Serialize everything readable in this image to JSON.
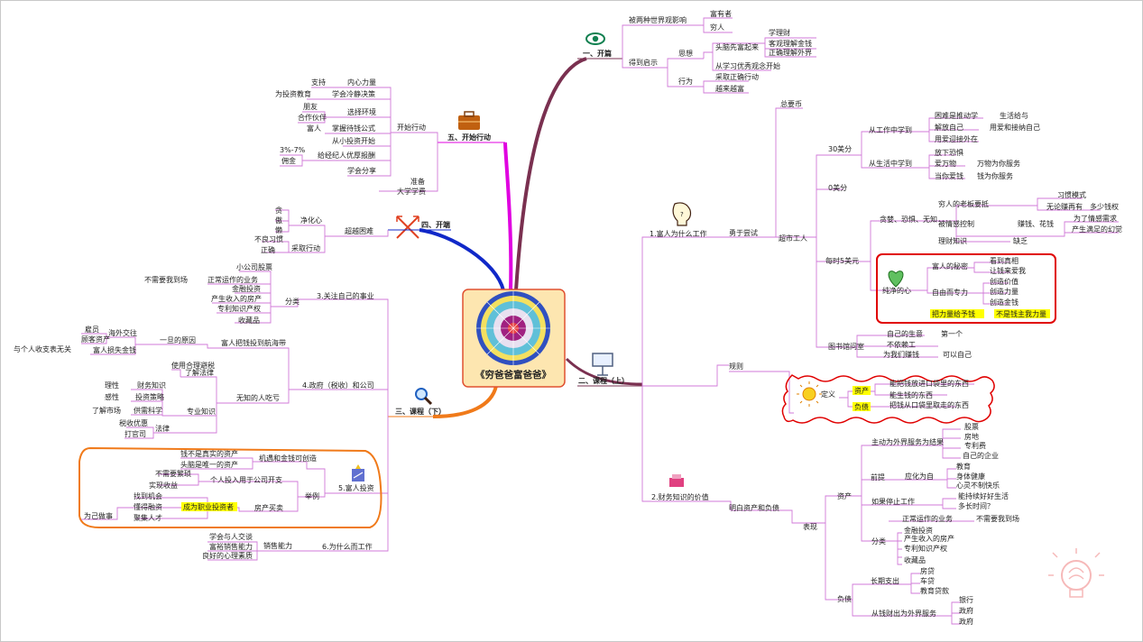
{
  "center": {
    "title": "《穷爸爸富爸爸》"
  },
  "colors": {
    "link": "#d07ad8",
    "highlight": "#ffff00",
    "red": "#e00000",
    "orange": "#f07a1a"
  },
  "branches": {
    "b1": {
      "title": "一、开篇",
      "c1": {
        "label": "被两种世界观影响",
        "items": [
          "富有者",
          "穷人"
        ]
      },
      "c2": {
        "label": "得到启示",
        "thinking": {
          "label": "思想",
          "sub": "头脑先富起来",
          "items": [
            "学理财",
            "客观理解金钱",
            "正确理解外界"
          ],
          "extra": "从学习优秀观念开始"
        },
        "action": {
          "label": "行为",
          "items": [
            "采取正确行动",
            "越来越富"
          ]
        }
      }
    },
    "b5": {
      "title": "五、开始行动",
      "start": "开始行动",
      "items": [
        {
          "label": "内心力量",
          "left": [
            "支持"
          ]
        },
        {
          "label": "学会冷静决策",
          "left": [
            "为投资教育"
          ]
        },
        {
          "label": "选择环境",
          "left": [
            "朋友",
            "合作伙伴"
          ]
        },
        {
          "label": "掌握待钱公式",
          "left": [
            "富人"
          ]
        },
        {
          "label": "从小投资开始",
          "left": []
        },
        {
          "label": "给经纪人优厚报酬",
          "left": [
            "3%-7%",
            "佣金"
          ]
        },
        {
          "label": "学会分享",
          "left": []
        }
      ],
      "prep": "准备",
      "prep_item": "大学学费"
    },
    "b4": {
      "title": "四、开端",
      "sub": "超越困难",
      "a": "净化心",
      "a_items": [
        "贪",
        "傲",
        "懒"
      ],
      "b_items": [
        "不良习惯",
        "正确"
      ],
      "c": "采取行动"
    },
    "b3": {
      "title": "三、课程（下）",
      "g3": {
        "label": "3.关注自己的事业",
        "cat": "分类",
        "left_note": "不需要我到场",
        "items": [
          "小公司股票",
          "正常运作的业务",
          "金融投资",
          "产生收入的房产",
          "专利知识产权",
          "收藏品"
        ]
      },
      "g4": {
        "label": "4.政府（税收）和公司",
        "a": "富人把钱投到航海带",
        "a_note": "一旦的原因",
        "a_right": [
          "海外交往",
          "富人损失金钱"
        ],
        "a_left": [
          "雇员",
          "顾客资产"
        ],
        "a_far": "与个人收支表无关",
        "b": "无知的人吃亏",
        "law": "了解法律",
        "law_item": "使用合理避税",
        "pro": "专业知识",
        "pro_items": [
          {
            "l": "理性",
            "r": "财务知识"
          },
          {
            "l": "感性",
            "r": "投资策略"
          },
          {
            "l": "了解市场",
            "r": "供需科学"
          }
        ],
        "sue": "法律",
        "sue_items": [
          "税收优惠",
          "打官司"
        ]
      },
      "g5": {
        "label": "5.富人投资",
        "a": "机遇和金钱可创造",
        "a_items": [
          "钱不是真实的资产",
          "头脑是唯一的资产"
        ],
        "b": "个人投入用于公司开支",
        "b_items": [
          "不需要繁琐",
          "实现收益"
        ],
        "c": "举例",
        "d": "房产买卖",
        "d_items": [
          "找到机会",
          "懂得融资",
          "聚集人才"
        ],
        "d_hl": "成为职业投资者",
        "d_left": "为己做事"
      },
      "g6": {
        "label": "6.为什么而工作",
        "sub": "销售能力",
        "items": [
          "学会与人交谈",
          "富裕销售能力",
          "良好的心理素质"
        ]
      }
    },
    "b2": {
      "title": "二、课程（上）",
      "r1": {
        "label": "1.富人为什么工作",
        "sub": "勇于尝试",
        "money": "总要币",
        "worker": "超市工人",
        "c30": "30美分",
        "learn1": "从工作中学到",
        "l1_items": [
          {
            "l": "困难是推动学",
            "r": "生活给与"
          },
          {
            "l": "解放自己",
            "r": "用爱和接纳自己"
          },
          {
            "l": "用爱迎接外在",
            "r": ""
          }
        ],
        "learn2": "从生活中学到",
        "l2_items": [
          {
            "l": "放下恐惧",
            "r": ""
          },
          {
            "l": "爱万物",
            "r": "万物为你服务"
          },
          {
            "l": "当你爱钱",
            "r": "钱为你服务"
          }
        ],
        "c0": "0美分",
        "c5": "每时5美元",
        "fear": "贪婪、恐惧、无知",
        "boss": "穷人的老板要抵",
        "boss_a": "习惯模式",
        "boss_b": "无论赚再有",
        "boss_b2": "多少钱权",
        "earn": "被情感控制",
        "earn_a": "赚钱、花钱",
        "earn_b": [
          "为了情感需求",
          "产生满足的幻觉"
        ],
        "wise": "理财知识",
        "wise_a": "缺乏",
        "pure": "纯净的心",
        "pure_a": "富人的秘密",
        "pure_a_items": [
          "看到真相",
          "让钱来爱我"
        ],
        "pure_b": "自由而专力",
        "pure_b_items": [
          "创造价值",
          "创造力量",
          "创造金钱"
        ],
        "hl_a": "把力量给予钱",
        "hl_b": "不是钱主我力量",
        "lib": "图书馆问室",
        "lib_items": [
          {
            "l": "自己的生意",
            "r": "第一个"
          },
          {
            "l": "不依赖工",
            "r": ""
          },
          {
            "l": "为我们赚钱",
            "r": "可以自己"
          }
        ]
      },
      "r_rule": "规则",
      "def": {
        "label": "定义",
        "asset": "资产",
        "asset_text": "能把钱放进口袋里的东西",
        "make": "能生钱的东西",
        "liab": "负债",
        "liab_text": "把钱从口袋里取走的东西"
      },
      "r2": {
        "label": "2.财务知识的价值",
        "sub": "明白资产和负债",
        "show": "表现",
        "asset": "资产",
        "a1": "主动为外界服务为结果",
        "a1_items": [
          "股票",
          "房地",
          "专利费",
          "自己的企业"
        ],
        "a2": "前提",
        "a2_sub": "应化为自",
        "a2_items": [
          "教育",
          "身体健康",
          "心灵不制快乐"
        ],
        "a3": "如果停止工作",
        "a3_items": [
          "能持续好好生活",
          "多长时间？"
        ],
        "cat": "分类",
        "cat_items": [
          "正常运作的业务",
          "金融投资",
          "产生收入的房产",
          "专利知识产权",
          "收藏品"
        ],
        "cat_note": "不需要我到场",
        "liab": "负债",
        "l1": "长期支出",
        "l1_items": [
          "房贷",
          "车贷",
          "教育贷款"
        ],
        "l2": "从钱财出为外界服务",
        "l2_items": [
          "银行",
          "政府",
          "政府"
        ]
      }
    }
  }
}
